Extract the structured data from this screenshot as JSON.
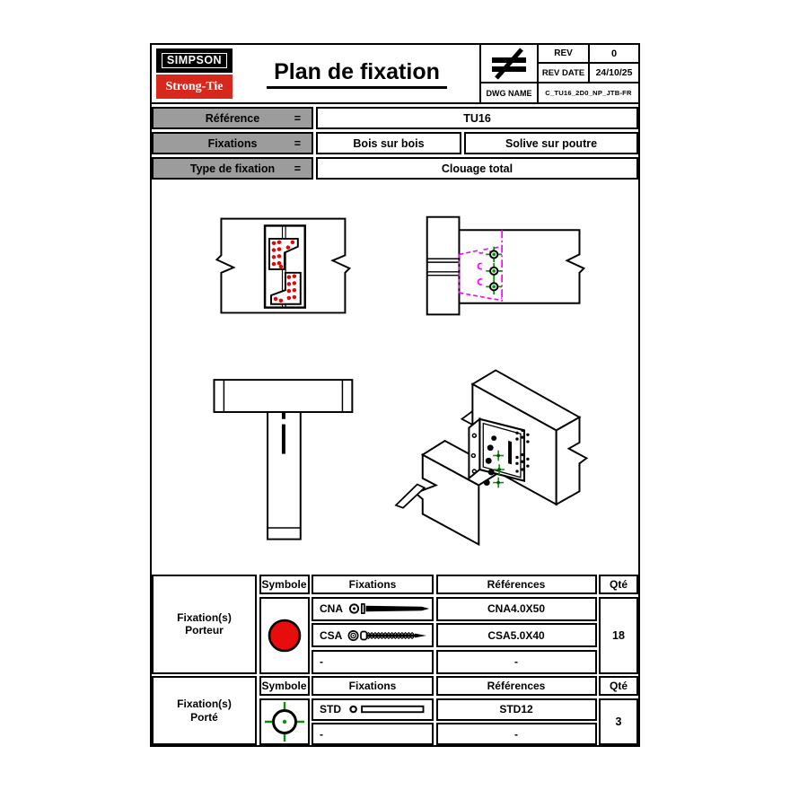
{
  "header": {
    "logo_top": "SIMPSON",
    "logo_bottom": "Strong-Tie",
    "title": "Plan de fixation",
    "stamp_symbol": "not-equal-sign",
    "rev_label": "REV",
    "rev_value": "0",
    "rev_date_label": "REV DATE",
    "rev_date_value": "24/10/25",
    "dwg_name_label": "DWG NAME",
    "dwg_name_value": "C_TU16_2D0_NP_JTB-FR"
  },
  "info_rows": [
    {
      "label": "Référence",
      "eq": "=",
      "values": [
        "TU16"
      ]
    },
    {
      "label": "Fixations",
      "eq": "=",
      "values": [
        "Bois sur bois",
        "Solive sur poutre"
      ]
    },
    {
      "label": "Type de fixation",
      "eq": "=",
      "values": [
        "Clouage total"
      ]
    }
  ],
  "drawings": {
    "views": [
      "front-section-view",
      "side-view",
      "plan-view",
      "isometric-view"
    ],
    "side_view_fastener_symbols": 3,
    "front_view_nail_dots_color": "#e40606"
  },
  "fixation_tables": [
    {
      "group_line1": "Fixation(s)",
      "group_line2": "Porteur",
      "headers": {
        "symbole": "Symbole",
        "fixations": "Fixations",
        "references": "Références",
        "qty": "Qté"
      },
      "symbol": "red-filled-circle",
      "rows": [
        {
          "code": "CNA",
          "icon": "ring-shank-nail",
          "ref": "CNA4.0X50"
        },
        {
          "code": "CSA",
          "icon": "wood-screw",
          "ref": "CSA5.0X40"
        },
        {
          "code": "-",
          "icon": "",
          "ref": "-"
        }
      ],
      "qty": "18"
    },
    {
      "group_line1": "Fixation(s)",
      "group_line2": "Porté",
      "headers": {
        "symbole": "Symbole",
        "fixations": "Fixations",
        "references": "Références",
        "qty": "Qté"
      },
      "symbol": "green-crosshair-circle",
      "rows": [
        {
          "code": "STD",
          "icon": "dowel",
          "ref": "STD12"
        },
        {
          "code": "-",
          "icon": "",
          "ref": "-"
        }
      ],
      "qty": "3"
    }
  ],
  "colors": {
    "logo_red": "#d7281d",
    "symbol_red": "#e80c0c",
    "magenta": "#ff00ff",
    "green": "#0b8f0b",
    "header_cell_gray": "#9c9c9c"
  }
}
